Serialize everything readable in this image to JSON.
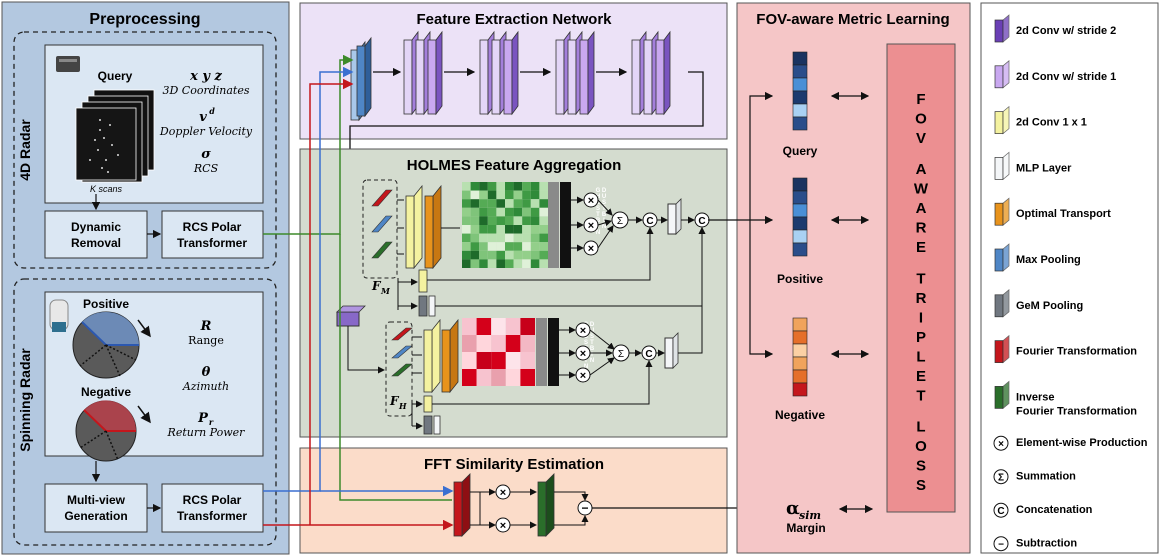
{
  "preprocessing": {
    "title": "Preprocessing",
    "radar4d": {
      "label": "4D Radar",
      "query": "Query",
      "scans": "K scans",
      "attr1_sym": "x y z",
      "attr1_desc": "3D Coordinates",
      "attr2_sym": "v",
      "attr2_sup": "d",
      "attr2_desc": "Doppler Velocity",
      "attr3_sym": "σ",
      "attr3_desc": "RCS",
      "dynamic1": "Dynamic",
      "dynamic2": "Removal",
      "rcs1": "RCS Polar",
      "rcs2": "Transformer"
    },
    "spinning": {
      "label": "Spinning Radar",
      "positive": "Positive",
      "negative": "Negative",
      "attr1_sym": "R",
      "attr1_desc": "Range",
      "attr2_sym": "θ",
      "attr2_desc": "Azimuth",
      "attr3_sym": "P",
      "attr3_sub": "r",
      "attr3_desc": "Return Power",
      "multi1": "Multi-view",
      "multi2": "Generation",
      "rcs1": "RCS Polar",
      "rcs2": "Transformer"
    }
  },
  "feature_extraction": {
    "title": "Feature Extraction Network"
  },
  "holmes": {
    "title": "HOLMES Feature Aggregation",
    "fm": "F",
    "fm_sub": "M",
    "fh": "F",
    "fh_sub": "H",
    "ghost": "GHOSTBIN",
    "dust": "DUSTBIN",
    "sum": "Σ",
    "concat": "C",
    "mult": "×"
  },
  "fft": {
    "title": "FFT Similarity Estimation",
    "minus": "−"
  },
  "metric": {
    "title": "FOV-aware Metric Learning",
    "query": "Query",
    "positive": "Positive",
    "negative": "Negative",
    "alpha": "α",
    "alpha_sub": "sim",
    "margin": "Margin",
    "loss": "FOV AWARE TRIPLET LOSS"
  },
  "legend": {
    "items": [
      {
        "label": "2d Conv w/ stride 2",
        "color": "#6a3fb5"
      },
      {
        "label": "2d Conv w/ stride 1",
        "color": "#c9a8f0"
      },
      {
        "label": "2d Conv 1 x 1",
        "color": "#f4f2a0"
      },
      {
        "label": "MLP Layer",
        "color": "#f4f6f8"
      },
      {
        "label": "Optimal Transport",
        "color": "#e8931c"
      },
      {
        "label": "Max Pooling",
        "color": "#4f86c6"
      },
      {
        "label": "GeM Pooling",
        "color": "#707780"
      },
      {
        "label": "Fourier Transformation",
        "color": "#c4161c"
      },
      {
        "label": "Inverse",
        "label2": "Fourier Transformation",
        "color": "#2a6e2a"
      },
      {
        "label": "Element-wise Production",
        "icon": "×"
      },
      {
        "label": "Summation",
        "icon": "Σ"
      },
      {
        "label": "Concatenation",
        "icon": "C"
      },
      {
        "label": "Subtraction",
        "icon": "−"
      }
    ]
  }
}
